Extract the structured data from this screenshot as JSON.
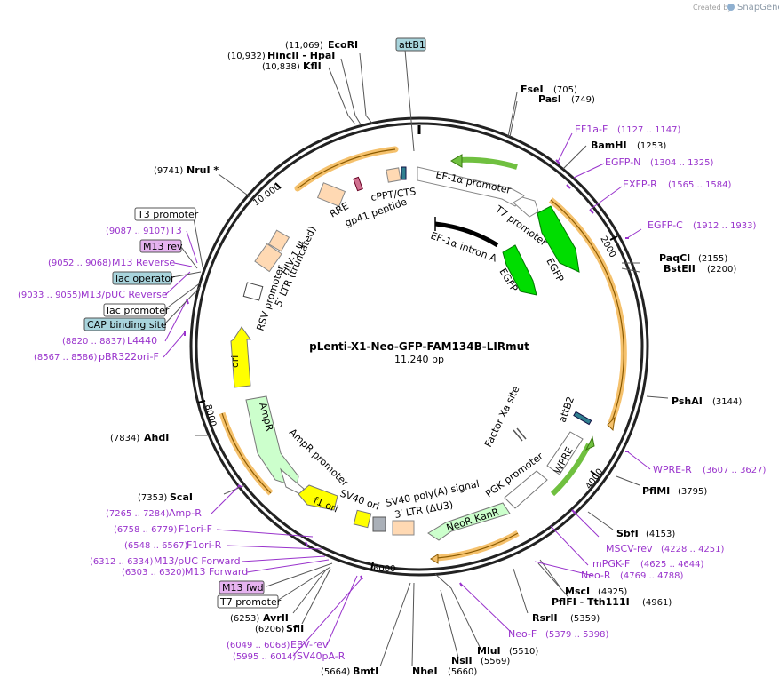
{
  "title": "pLenti-X1-Neo-GFP-FAM134B-LIRmut",
  "length_label": "11,240 bp",
  "branding": {
    "created_by": "Created by",
    "product": "SnapGene"
  },
  "ticks": [
    "2000",
    "4000",
    "6000",
    "8000",
    "10,000"
  ],
  "sites": [
    {
      "name": "EcoRI",
      "pos": "(11,069)"
    },
    {
      "name": "HincII  - HpaI",
      "pos": "(10,932)"
    },
    {
      "name": "KflI",
      "pos": "(10,838)"
    },
    {
      "name": "FseI",
      "pos": "(705)"
    },
    {
      "name": "PasI",
      "pos": "(749)"
    },
    {
      "name": "BamHI",
      "pos": "(1253)"
    },
    {
      "name": "PaqCI",
      "pos": "(2155)"
    },
    {
      "name": "BstEII",
      "pos": "(2200)"
    },
    {
      "name": "PshAI",
      "pos": "(3144)"
    },
    {
      "name": "PflMI",
      "pos": "(3795)"
    },
    {
      "name": "SbfI",
      "pos": "(4153)"
    },
    {
      "name": "MscI",
      "pos": "(4925)"
    },
    {
      "name": "PflFI  - Tth111I",
      "pos": "(4961)"
    },
    {
      "name": "RsrII",
      "pos": "(5359)"
    },
    {
      "name": "MluI",
      "pos": "(5510)"
    },
    {
      "name": "NsiI",
      "pos": "(5569)"
    },
    {
      "name": "NheI",
      "pos": "(5660)"
    },
    {
      "name": "BmtI",
      "pos": "(5664)"
    },
    {
      "name": "SfiI",
      "pos": "(6206)"
    },
    {
      "name": "AvrII",
      "pos": "(6253)"
    },
    {
      "name": "ScaI",
      "pos": "(7353)"
    },
    {
      "name": "AhdI",
      "pos": "(7834)"
    },
    {
      "name": "NruI *",
      "pos": "(9741)"
    }
  ],
  "primers": [
    {
      "name": "EF1a-F",
      "pos": "(1127 .. 1147)"
    },
    {
      "name": "EGFP-N",
      "pos": "(1304 .. 1325)"
    },
    {
      "name": "EXFP-R",
      "pos": "(1565 .. 1584)"
    },
    {
      "name": "EGFP-C",
      "pos": "(1912 .. 1933)"
    },
    {
      "name": "WPRE-R",
      "pos": "(3607 .. 3627)"
    },
    {
      "name": "MSCV-rev",
      "pos": "(4228 .. 4251)"
    },
    {
      "name": "mPGK-F",
      "pos": "(4625 .. 4644)"
    },
    {
      "name": "Neo-R",
      "pos": "(4769 .. 4788)"
    },
    {
      "name": "Neo-F",
      "pos": "(5379 .. 5398)"
    },
    {
      "name": "EBV-rev",
      "pos": "(6049 .. 6068)"
    },
    {
      "name": "SV40pA-R",
      "pos": "(5995 .. 6014)"
    },
    {
      "name": "M13 Forward",
      "pos": "(6303 .. 6320)"
    },
    {
      "name": "M13/pUC Forward",
      "pos": "(6312 .. 6334)"
    },
    {
      "name": "F1ori-R",
      "pos": "(6548 .. 6567)"
    },
    {
      "name": "F1ori-F",
      "pos": "(6758 .. 6779)"
    },
    {
      "name": "Amp-R",
      "pos": "(7265 .. 7284)"
    },
    {
      "name": "pBR322ori-F",
      "pos": "(8567 .. 8586)"
    },
    {
      "name": "L4440",
      "pos": "(8820 .. 8837)"
    },
    {
      "name": "M13/pUC Reverse",
      "pos": "(9033 .. 9055)"
    },
    {
      "name": "M13 Reverse",
      "pos": "(9052 .. 9068)"
    },
    {
      "name": "T3",
      "pos": "(9087 .. 9107)"
    }
  ],
  "boxed": [
    {
      "name": "attB1",
      "color": "#a8d4dc"
    },
    {
      "name": "T3 promoter",
      "color": "#ffffff"
    },
    {
      "name": "M13 rev",
      "color": "#e6b3f0"
    },
    {
      "name": "lac operator",
      "color": "#a8d4dc"
    },
    {
      "name": "lac promoter",
      "color": "#ffffff"
    },
    {
      "name": "CAP binding site",
      "color": "#a8d4dc"
    },
    {
      "name": "M13 fwd",
      "color": "#e6b3f0"
    },
    {
      "name": "T7 promoter",
      "color": "#ffffff"
    }
  ],
  "features": [
    "EF-1α promoter",
    "T7 promoter",
    "EGFP",
    "EF-1α intron A",
    "EGFP",
    "cPPT/CTS",
    "RRE",
    "gp41 peptide",
    "HIV-1 Ψ",
    "RSV promoter",
    "5′ LTR (truncated)",
    "ori",
    "AmpR",
    "AmpR promoter",
    "f1 ori",
    "SV40 ori",
    "SV40 poly(A) signal",
    "3′ LTR (ΔU3)",
    "NeoR/KanR",
    "PGK promoter",
    "WPRE",
    "attB2",
    "Factor Xa site"
  ],
  "colors": {
    "primer": "#9933cc",
    "egfp": "#00dd00",
    "orf": "#ffffff",
    "promoter_outline": "#888888",
    "ori": "#ffff00",
    "ampr": "#ccffcc",
    "misc": "#ffd9b3",
    "orange_ring": "#f5c16c"
  }
}
